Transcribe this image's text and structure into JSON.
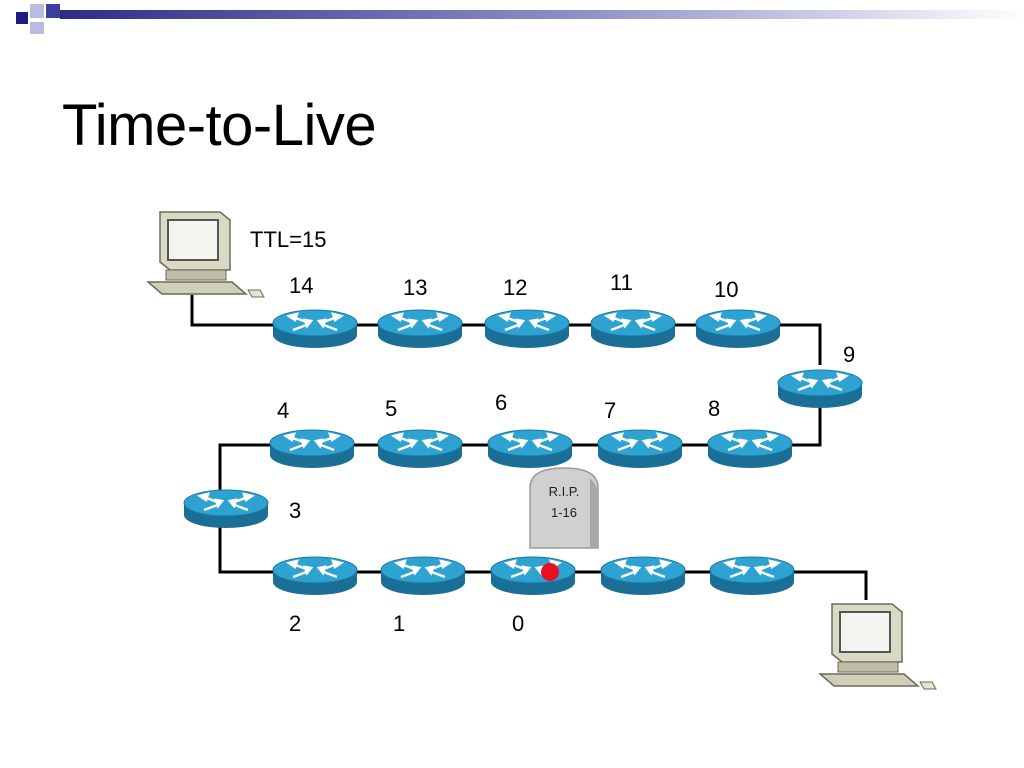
{
  "slide": {
    "title": "Time-to-Live"
  },
  "diagram": {
    "ttl_label": "TTL=15",
    "tombstone": {
      "line1": "R.I.P.",
      "line2": "1-16"
    },
    "hop_labels": [
      "14",
      "13",
      "12",
      "11",
      "10",
      "9",
      "4",
      "5",
      "6",
      "7",
      "8",
      "3",
      "2",
      "1",
      "0"
    ],
    "colors": {
      "router": "#2a9bc8",
      "router_dark": "#1a6f95",
      "link": "#000000",
      "packet": "#e81020",
      "accent": "#3b3f9e"
    }
  }
}
